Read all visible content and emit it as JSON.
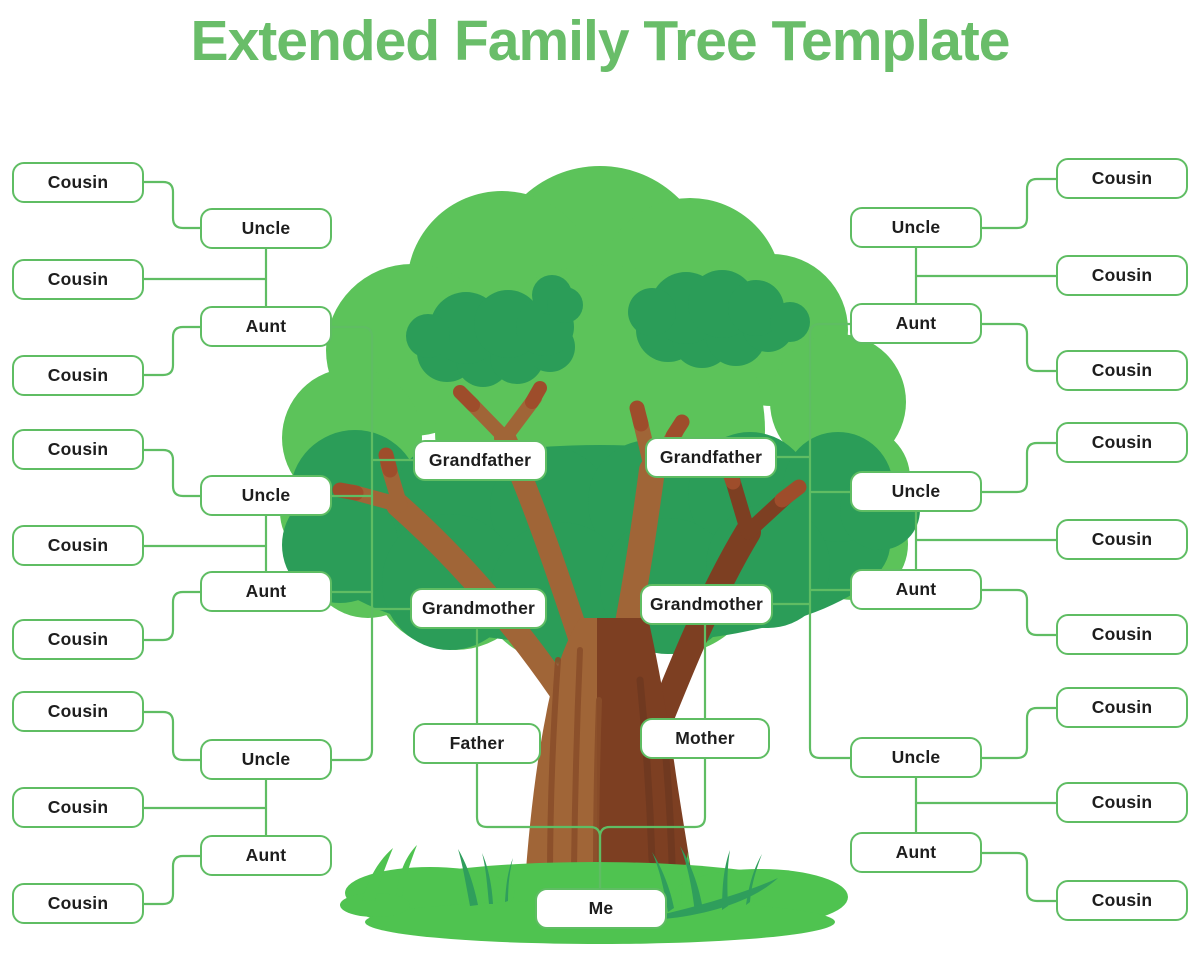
{
  "title": "Extended Family Tree Template",
  "colors": {
    "title_green": "#69BD69",
    "line_green": "#5FBD63",
    "canopy_light": "#5CC35A",
    "canopy_dark": "#2B9D58",
    "grass_green": "#4FC350",
    "trunk_light": "#A06537",
    "trunk_dark": "#7D3F22",
    "label_text": "#1D1D1D"
  },
  "center": {
    "grandfather_left": "Grandfather",
    "grandmother_left": "Grandmother",
    "grandfather_right": "Grandfather",
    "grandmother_right": "Grandmother",
    "father": "Father",
    "mother": "Mother",
    "me": "Me"
  },
  "left_uncles_aunts": [
    {
      "label": "Uncle"
    },
    {
      "label": "Aunt"
    },
    {
      "label": "Uncle"
    },
    {
      "label": "Aunt"
    },
    {
      "label": "Uncle"
    },
    {
      "label": "Aunt"
    }
  ],
  "right_uncles_aunts": [
    {
      "label": "Uncle"
    },
    {
      "label": "Aunt"
    },
    {
      "label": "Uncle"
    },
    {
      "label": "Aunt"
    },
    {
      "label": "Uncle"
    },
    {
      "label": "Aunt"
    }
  ],
  "left_cousins": [
    {
      "label": "Cousin"
    },
    {
      "label": "Cousin"
    },
    {
      "label": "Cousin"
    },
    {
      "label": "Cousin"
    },
    {
      "label": "Cousin"
    },
    {
      "label": "Cousin"
    },
    {
      "label": "Cousin"
    },
    {
      "label": "Cousin"
    },
    {
      "label": "Cousin"
    }
  ],
  "right_cousins": [
    {
      "label": "Cousin"
    },
    {
      "label": "Cousin"
    },
    {
      "label": "Cousin"
    },
    {
      "label": "Cousin"
    },
    {
      "label": "Cousin"
    },
    {
      "label": "Cousin"
    },
    {
      "label": "Cousin"
    },
    {
      "label": "Cousin"
    },
    {
      "label": "Cousin"
    }
  ]
}
